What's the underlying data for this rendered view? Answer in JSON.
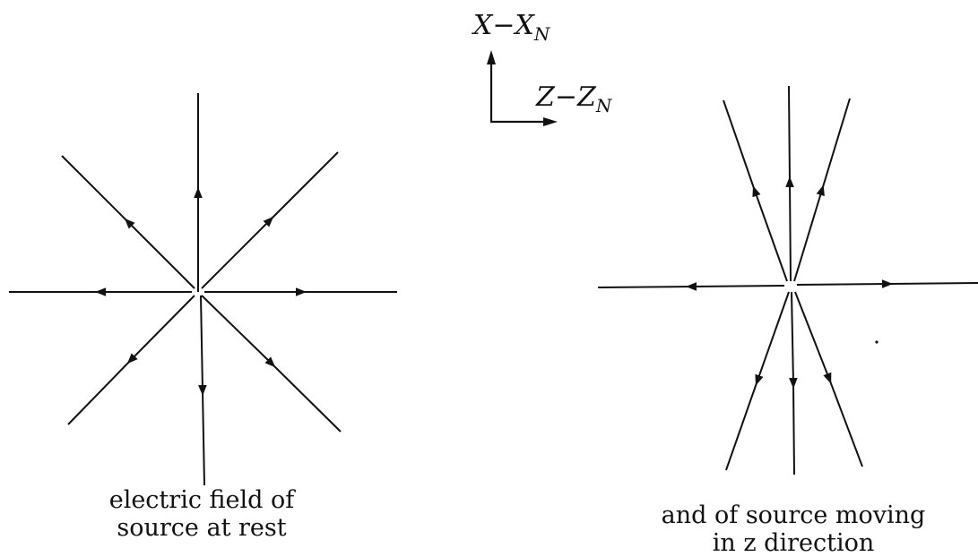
{
  "axes": {
    "x_label": {
      "base": "X",
      "dash": "−",
      "var": "X",
      "sub": "N"
    },
    "z_label": {
      "base": "Z",
      "dash": "−",
      "var": "Z",
      "sub": "N"
    }
  },
  "captions": {
    "left": [
      "electric field of",
      "source at rest"
    ],
    "right": [
      "and of source moving",
      "in z direction"
    ]
  },
  "colors": {
    "ink": "#111111",
    "background": "#ffffff"
  }
}
